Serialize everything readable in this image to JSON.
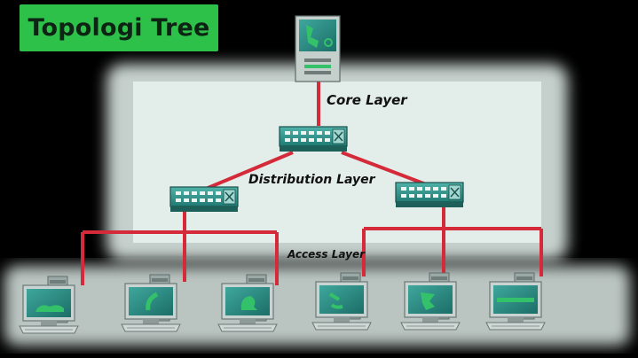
{
  "title": "Topologi Tree",
  "labels": {
    "core": "Core Layer",
    "distribution": "Distribution Layer",
    "access": "Access Layer"
  },
  "colors": {
    "title_bg": "#2ec14a",
    "link": "#d42a3a",
    "device_teal": "#2a8f86",
    "screen_green": "#33c26a",
    "backdrop": "#dbe7e3"
  },
  "icons": {
    "server": "server-icon",
    "switch": "switch-icon",
    "computer": "computer-icon"
  }
}
